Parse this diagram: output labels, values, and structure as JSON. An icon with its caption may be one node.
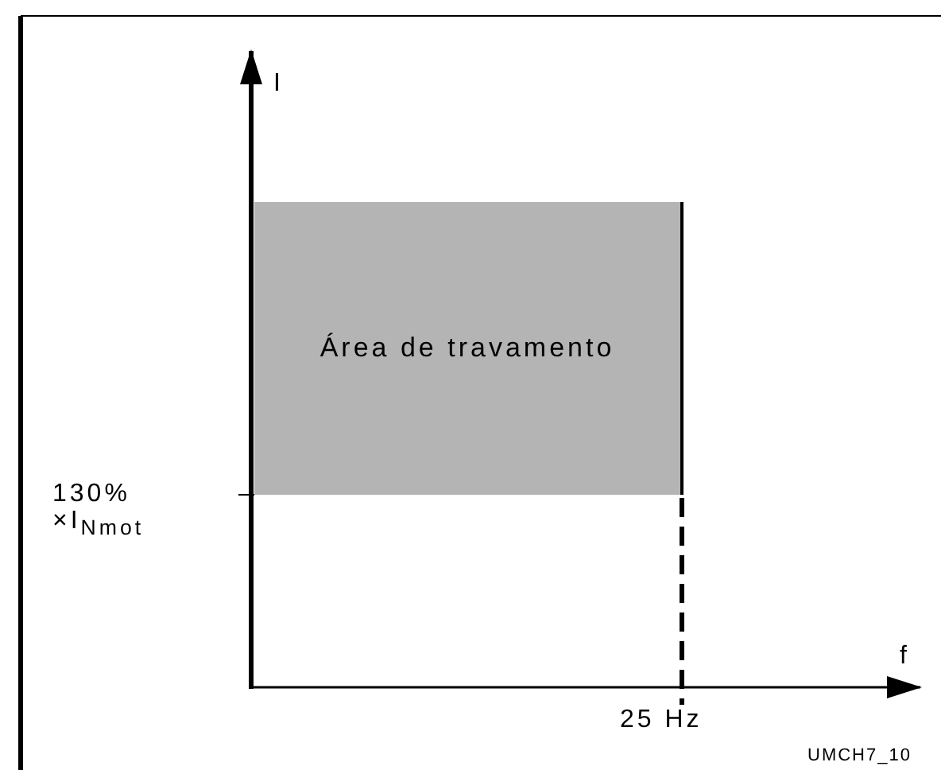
{
  "diagram": {
    "nodes": [
      {
        "text": [
          "Área de travamento"
        ]
      }
    ],
    "edges": [],
    "labels": [
      "I",
      "130% ×I$_{Nmot}$",
      "f",
      "25 Hz",
      "UMCH7_10"
    ]
  }
}
